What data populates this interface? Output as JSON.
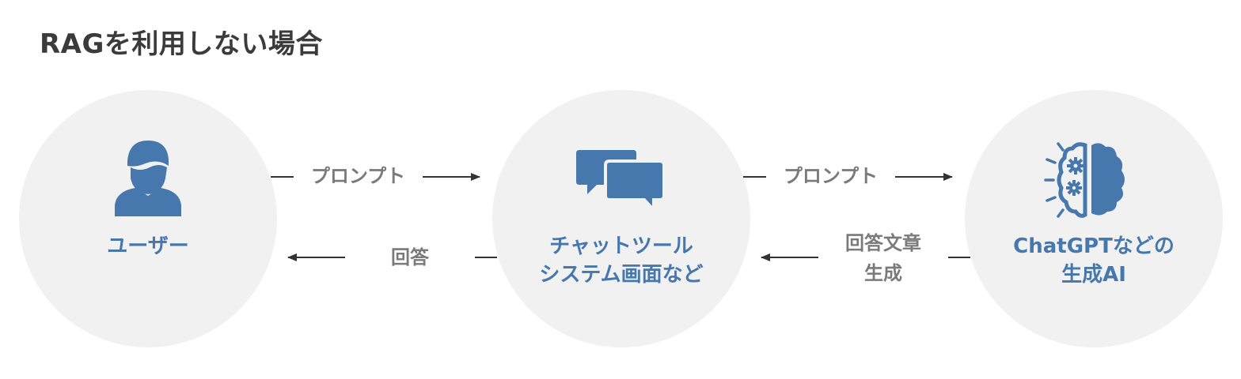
{
  "title": "RAGを利用しない場合",
  "nodes": {
    "user": {
      "label": "ユーザー",
      "icon": "user-icon"
    },
    "chat": {
      "label_line1": "チャットツール",
      "label_line2": "システム画面など",
      "icon": "chat-bubbles-icon"
    },
    "ai": {
      "label_line1": "ChatGPTなどの",
      "label_line2": "生成AI",
      "icon": "brain-gears-icon"
    }
  },
  "edges": {
    "user_to_chat": {
      "label": "プロンプト"
    },
    "chat_to_ai": {
      "label": "プロンプト"
    },
    "ai_to_chat": {
      "label_line1": "回答文章",
      "label_line2": "生成"
    },
    "chat_to_user": {
      "label": "回答"
    }
  },
  "colors": {
    "accent": "#4677ad",
    "node_bg": "#f1f1f1",
    "edge_text": "#7a7a7a",
    "arrow": "#333333",
    "title": "#3b3b3b"
  }
}
